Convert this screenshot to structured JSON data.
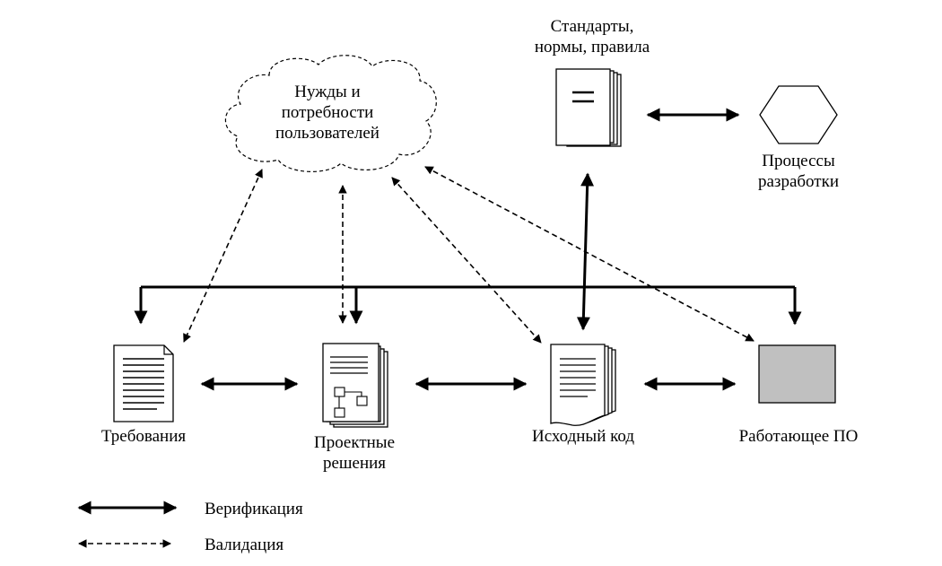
{
  "nodes": {
    "needs": {
      "line1": "Нужды и",
      "line2": "потребности",
      "line3": "пользователей"
    },
    "standards": {
      "line1": "Стандарты,",
      "line2": "нормы, правила"
    },
    "processes": {
      "line1": "Процессы",
      "line2": "разработки"
    },
    "requirements": {
      "line1": "Требования"
    },
    "design": {
      "line1": "Проектные",
      "line2": "решения"
    },
    "source": {
      "line1": "Исходный код"
    },
    "software": {
      "line1": "Работающее ПО"
    }
  },
  "legend": {
    "verification": "Верификация",
    "validation": "Валидация"
  },
  "colors": {
    "stroke": "#000000",
    "software_fill": "#c0c0c0"
  }
}
